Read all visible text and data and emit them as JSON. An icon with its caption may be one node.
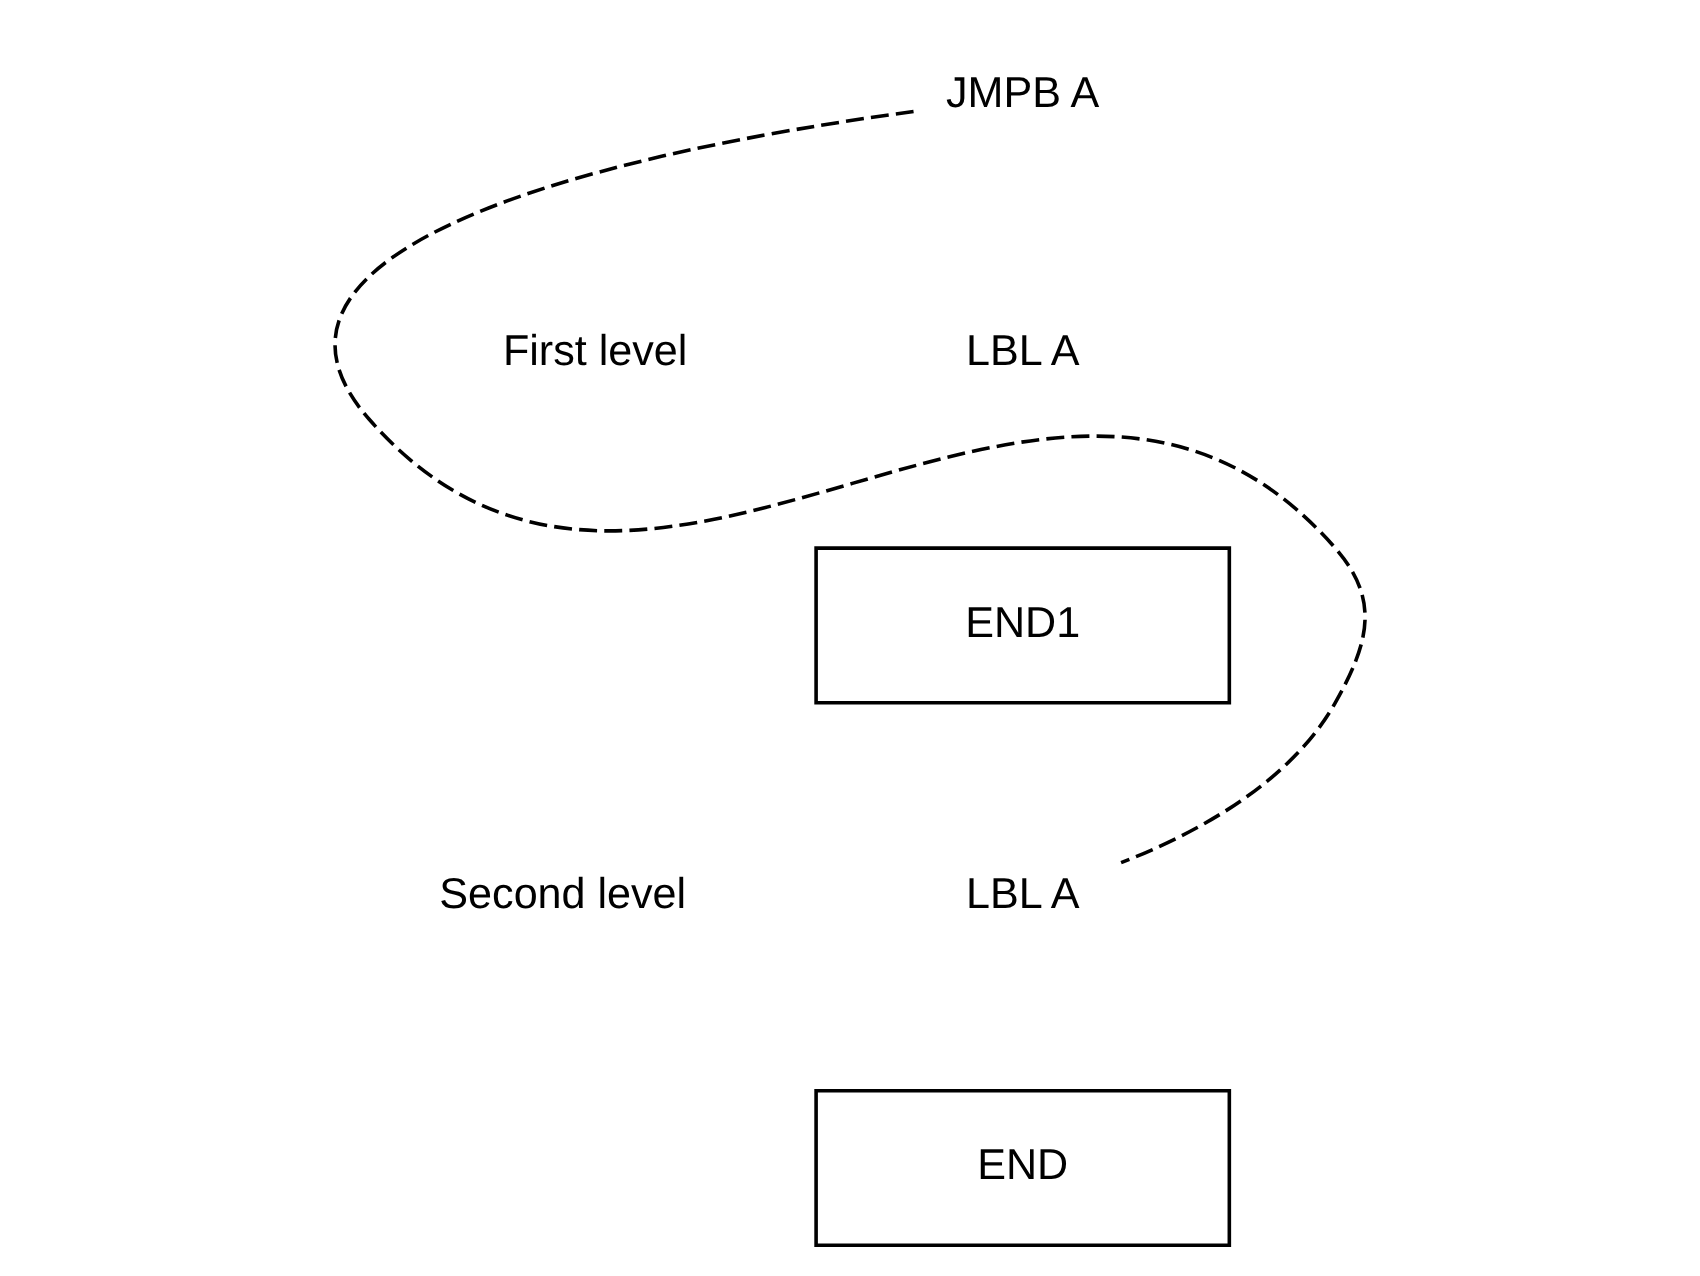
{
  "diagram": {
    "nodes": [
      {
        "text": [
          "JMPB A"
        ]
      },
      {
        "text": [
          "LBL A"
        ]
      },
      {
        "text": [
          "END1"
        ]
      },
      {
        "text": [
          "LBL A"
        ]
      },
      {
        "text": [
          "END"
        ]
      }
    ],
    "edges": [
      {
        "from": 0,
        "to": 3,
        "arrow": "none",
        "style": "dashed"
      }
    ],
    "labels": [
      "First level",
      "Second level"
    ]
  }
}
